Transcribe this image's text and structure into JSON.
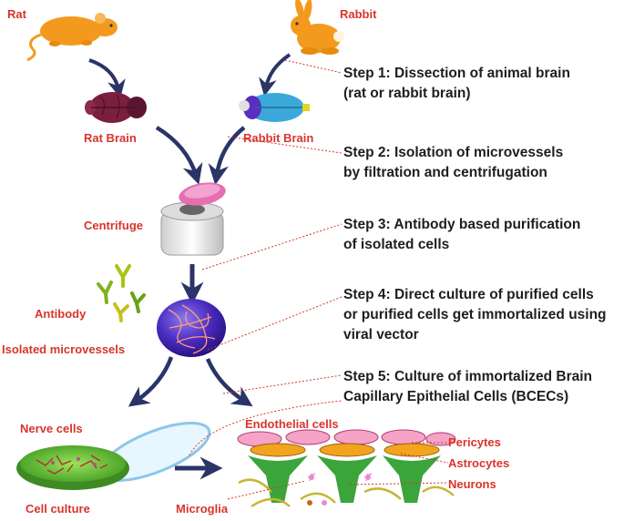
{
  "labels": {
    "rat": "Rat",
    "rabbit": "Rabbit",
    "rat_brain": "Rat Brain",
    "rabbit_brain": "Rabbit Brain",
    "centrifuge": "Centrifuge",
    "antibody": "Antibody",
    "isolated_microvessels": "Isolated microvessels",
    "nerve_cells": "Nerve cells",
    "cell_culture": "Cell culture",
    "endothelial_cells": "Endothelial cells",
    "pericytes": "Pericytes",
    "astrocytes": "Astrocytes",
    "neurons": "Neurons",
    "microglia": "Microglia"
  },
  "steps": [
    {
      "line1": "Step 1: Dissection of animal brain",
      "line2": "(rat or rabbit brain)",
      "line3": ""
    },
    {
      "line1": "Step 2: Isolation of microvessels",
      "line2": "by filtration and centrifugation",
      "line3": ""
    },
    {
      "line1": "Step 3: Antibody based purification",
      "line2": "of isolated cells",
      "line3": ""
    },
    {
      "line1": "Step 4: Direct culture of purified cells",
      "line2": "or purified cells get immortalized using",
      "line3": "viral vector"
    },
    {
      "line1": "Step 5: Culture of immortalized Brain",
      "line2": "Capillary Epithelial Cells (BCECs)",
      "line3": ""
    }
  ],
  "colors": {
    "label_red": "#d9342b",
    "animal_orange": "#f39a1e",
    "arrow_navy": "#2b3467",
    "rat_brain": "#7a1f3d",
    "rabbit_brain": "#3aa9d9",
    "centrifuge_lid": "#e56fb0",
    "microvessel_blue": "#3a1e9a",
    "antibody_green": "#7fb21d",
    "endothelial_pink": "#f5a3c7",
    "pericyte_orange": "#f2a41e",
    "astrocyte_green": "#3aa53a",
    "petri_green": "#6fc63a"
  },
  "icons": [
    "rat-icon",
    "rabbit-icon",
    "rat-brain-icon",
    "rabbit-brain-icon",
    "centrifuge-icon",
    "antibody-icon",
    "microvessels-icon",
    "petri-dish-icon",
    "bbb-model-icon"
  ]
}
